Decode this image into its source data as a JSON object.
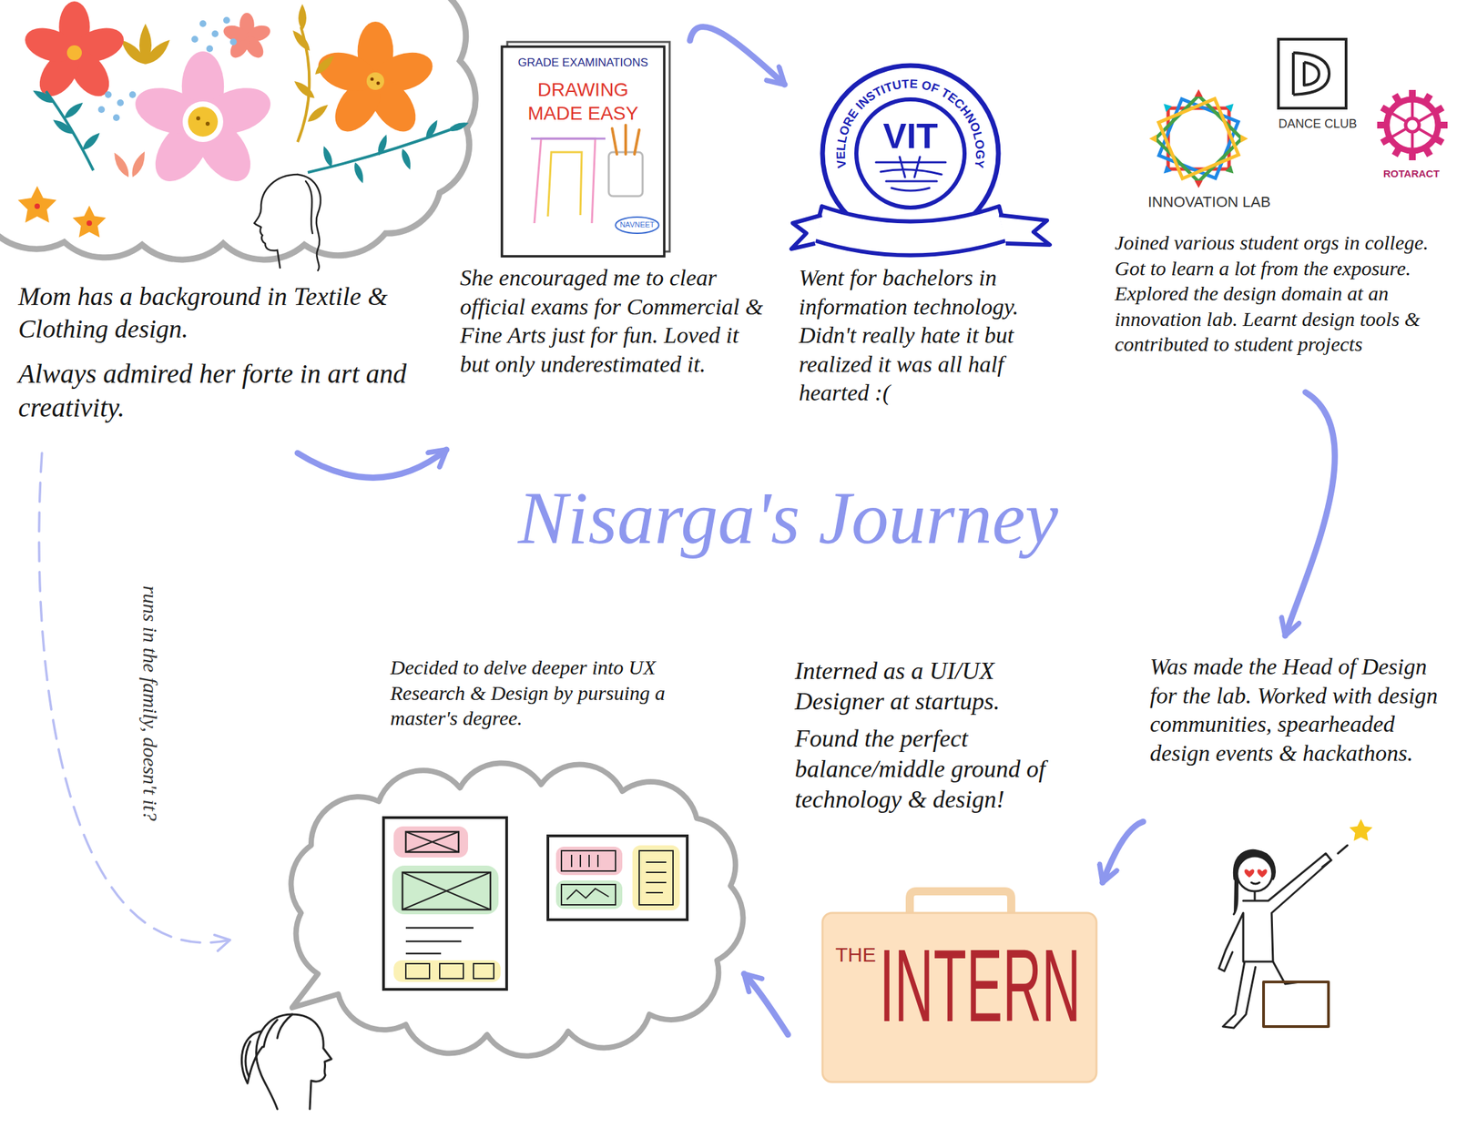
{
  "diagram": {
    "title": "Nisarga's Journey",
    "nodes": [
      {
        "text": [
          "Mom has a background in Textile & Clothing design.",
          "Always admired her forte in art and creativity."
        ]
      },
      {
        "text": [
          "GRADE EXAMINATIONS",
          "DRAWING MADE EASY",
          "NAVNEET",
          "She encouraged me to clear official exams for Commercial & Fine Arts just for fun. Loved it but only underestimated it."
        ]
      },
      {
        "text": [
          "VELLORE INSTITUTE OF TECHNOLOGY",
          "VIT",
          "Went for bachelors in information technology. Didn't really hate it but realized it was all half hearted :("
        ]
      },
      {
        "text": [
          "INNOVATION LAB",
          "DANCE CLUB",
          "ROTARACT",
          "Joined various student orgs in college. Got to learn a lot from the exposure. Explored the design domain at an innovation lab. Learnt design tools & contributed to student projects"
        ]
      },
      {
        "text": [
          "Was made the Head of Design for the lab. Worked with design communities, spearheaded design events & hackathons."
        ]
      },
      {
        "text": [
          "Interned as a UI/UX Designer at startups.",
          "Found the perfect balance/middle ground of technology & design!",
          "THE",
          "INTERN"
        ]
      },
      {
        "text": [
          "Decided to delve deeper into UX Research & Design by pursuing a master's degree."
        ]
      }
    ],
    "edges": [
      {
        "from": 0,
        "to": 1,
        "arrow": "to"
      },
      {
        "from": 1,
        "to": 2,
        "arrow": "to"
      },
      {
        "from": 3,
        "to": 4,
        "arrow": "to"
      },
      {
        "from": 4,
        "to": 5,
        "arrow": "to"
      },
      {
        "from": 5,
        "to": 6,
        "arrow": "to"
      },
      {
        "from": 0,
        "to": 6,
        "label": "runs in the family, doesn't it?",
        "arrow": "to"
      }
    ]
  }
}
